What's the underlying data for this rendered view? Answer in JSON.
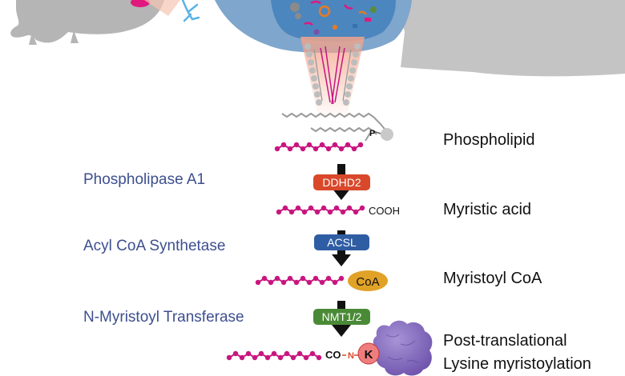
{
  "enzymes": [
    {
      "name": "Phospholipase A1",
      "gene": "DDHD2",
      "color": "#d9482b"
    },
    {
      "name": "Acyl CoA Synthetase",
      "gene": "ACSL",
      "color": "#2f5da3"
    },
    {
      "name": "N-Myristoyl Transferase",
      "gene": "NMT1/2",
      "color": "#4a8a37"
    }
  ],
  "products": [
    {
      "label": "Phospholipid"
    },
    {
      "label": "Myristic acid"
    },
    {
      "label": "Myristoyl CoA"
    },
    {
      "label_line1": "Post-translational",
      "label_line2": "Lysine myristoylation"
    }
  ],
  "chem": {
    "phosphate": "P",
    "cooh": "COOH",
    "coa": "CoA",
    "co": "CO",
    "n": "N",
    "lysine": "K"
  },
  "colors": {
    "chain": "#c8157f",
    "enzyme_text": "#3d4f8f",
    "coa_fill": "#e0a227",
    "lysine_fill": "#f07d7d",
    "protein_fill": "#8c72c4"
  }
}
